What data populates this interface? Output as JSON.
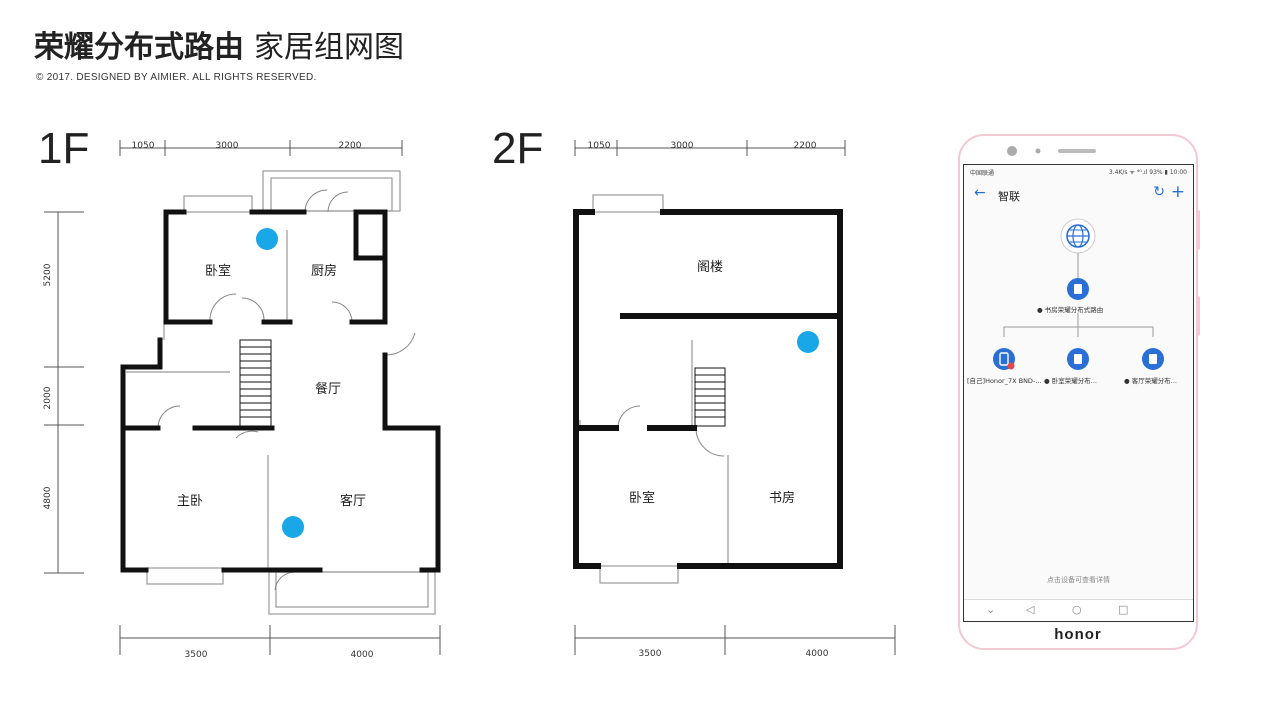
{
  "header": {
    "title_bold": "荣耀分布式路由",
    "title_normal": "家居组网图",
    "copyright": "© 2017. DESIGNED BY AIMIER. ALL RIGHTS RESERVED."
  },
  "floor1": {
    "label": "1F",
    "dims_top": [
      "1050",
      "3000",
      "2200"
    ],
    "dims_bottom": [
      "3500",
      "4000"
    ],
    "dims_left": [
      "5200",
      "2000",
      "4800"
    ],
    "rooms": {
      "bedroom": "卧室",
      "kitchen": "厨房",
      "dining": "餐厅",
      "master": "主卧",
      "living": "客厅"
    }
  },
  "floor2": {
    "label": "2F",
    "dims_top": [
      "1050",
      "3000",
      "2200"
    ],
    "dims_bottom": [
      "3500",
      "4000"
    ],
    "rooms": {
      "attic": "阁楼",
      "bedroom": "卧室",
      "study": "书房"
    }
  },
  "colors": {
    "router_dot": "#1aa7e8",
    "wall": "#111111",
    "accent": "#2a6fd6",
    "phone_frame": "#f2c9d3"
  },
  "phone": {
    "status_left": "中国联通",
    "status_right": "3.4K/s ᯤ ⁴ᴳ.ıl 93% ▮ 10:00",
    "app_title": "智联",
    "main_router": "书房荣耀分布式路由",
    "devices": [
      "[自己]Honor_7X BND-...",
      "卧室荣耀分布...",
      "客厅荣耀分布..."
    ],
    "hint": "点击设备可查看详情",
    "brand": "honor"
  }
}
